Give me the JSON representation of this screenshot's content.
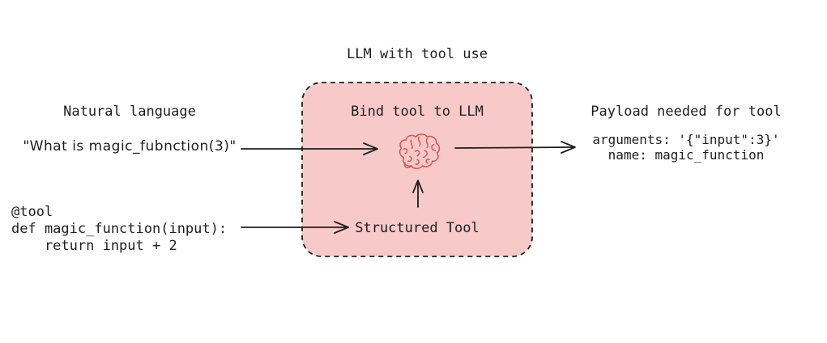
{
  "diagram": {
    "title": "LLM with tool use",
    "left": {
      "heading": "Natural language",
      "query": "\"What is magic_fubnction(3)\"",
      "code": "@tool\ndef magic_function(input):\n    return input + 2"
    },
    "center": {
      "heading": "Bind tool to LLM",
      "icon": "brain-icon",
      "tool_label": "Structured Tool"
    },
    "right": {
      "heading": "Payload needed for tool",
      "payload_lines": {
        "0": "arguments: '{\"input\":3}'",
        "1": "name: magic_function"
      }
    },
    "colors": {
      "background": "#ffffff",
      "box_fill": "#f8c9c9",
      "line": "#1e1e1e",
      "brain_stroke": "#d9534f"
    }
  }
}
